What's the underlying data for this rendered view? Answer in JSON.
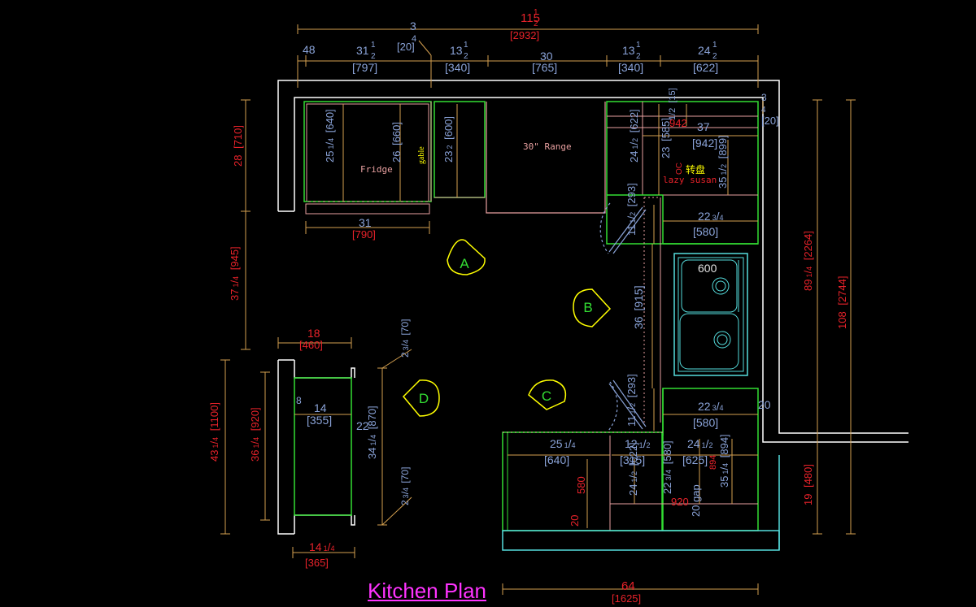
{
  "title": "Kitchen Plan",
  "colors": {
    "red": "#e8222a",
    "blue": "#8aa3d8",
    "wall": "#ffffff",
    "green": "#33dd33",
    "pink": "#e8a0a0",
    "orange": "#d4a050",
    "cyan": "#55dddd",
    "yellow": "#ffff00",
    "magenta": "#ff33ff"
  },
  "top_dims": {
    "overall_in": "115",
    "overall_frac": [
      "1",
      "2"
    ],
    "overall_mm": "[2932]",
    "gap_in": "3",
    "gap_frac_den": "4",
    "gap_mm": "[20]",
    "seg1": "48",
    "seg2_in": "31",
    "seg2_frac": [
      "1",
      "2"
    ],
    "seg2_mm": "[797]",
    "seg3_in": "13",
    "seg3_frac": [
      "1",
      "2"
    ],
    "seg3_mm": "[340]",
    "seg4_in": "30",
    "seg4_mm": "[765]",
    "seg5_in": "13",
    "seg5_frac": [
      "1",
      "2"
    ],
    "seg5_mm": "[340]",
    "seg6_in": "24",
    "seg6_frac": [
      "1",
      "2"
    ],
    "seg6_mm": "[622]"
  },
  "left_dims": {
    "d1_in": "28",
    "d1_mm": "[710]",
    "d2_in": "37",
    "d2_frac": [
      "1",
      "4"
    ],
    "d2_mm": "[945]",
    "d3_in": "43",
    "d3_frac": [
      "1",
      "4"
    ],
    "d3_mm": "[1100]",
    "d4_in": "36",
    "d4_frac": [
      "1",
      "4"
    ],
    "d4_mm": "[920]"
  },
  "right_dims": {
    "r1_in": "89",
    "r1_frac": [
      "1",
      "4"
    ],
    "r1_mm": "[2264]",
    "r2_in": "108",
    "r2_mm": "[2744]",
    "r3_in": "19",
    "r3_mm": "[480]",
    "r4": "3",
    "r4_den": "4",
    "r4_mm": "[20]"
  },
  "fridge": {
    "label": "Fridge",
    "gable": "gable",
    "depth_in": "25",
    "depth_frac": [
      "1",
      "4"
    ],
    "depth_mm": "[640]",
    "inner_in": "26",
    "inner_mm": "[660]",
    "width_in": "31",
    "width_mm": "[790]"
  },
  "cab23": {
    "in": "23",
    "frac_den": "2",
    "mm": "[600]"
  },
  "range": {
    "label": "30\" Range"
  },
  "corner": {
    "a_in": "24",
    "a_frac": [
      "1",
      "2"
    ],
    "a_mm": "[622]",
    "b_in": "23",
    "b_mm": "[585]",
    "c_in": "1",
    "c_frac_den": "2",
    "c_mm": "[15]",
    "red942": "942",
    "w_in": "37",
    "w_mm": "[942]",
    "lazy_cn": "转盘",
    "lazy_en": "lazy susan",
    "red_oc": "OC",
    "d_in": "35",
    "d_frac": [
      "1",
      "2"
    ],
    "d_mm": "[899]",
    "e_in": "22",
    "e_frac": [
      "3",
      "4"
    ],
    "e_mm": "[580]"
  },
  "door1": {
    "in": "11",
    "frac": [
      "1",
      "2"
    ],
    "mm": "[293]"
  },
  "sink": {
    "label": "600",
    "run_in": "36",
    "run_mm": "[915]"
  },
  "door2": {
    "in": "11",
    "frac": [
      "1",
      "2"
    ],
    "mm": "[293]"
  },
  "lower_right": {
    "a_in": "22",
    "a_frac": [
      "3",
      "4"
    ],
    "a_mm": "[580]",
    "gap20": "20"
  },
  "bottom_run": {
    "a_in": "25",
    "a_frac": [
      "1",
      "4"
    ],
    "a_mm": "[640]",
    "b_in": "12",
    "b_frac": [
      "1",
      "2"
    ],
    "b_mm": "[315]",
    "c_in": "24",
    "c_frac": [
      "1",
      "2"
    ],
    "c_mm": "[625]",
    "red580": "580",
    "red20": "20",
    "red920": "920",
    "d_in": "24",
    "d_frac": [
      "1",
      "2"
    ],
    "d_mm": "[622]",
    "e_in": "22",
    "e_frac": [
      "3",
      "4"
    ],
    "e_mm": "[580]",
    "gap_text": "20 gap",
    "f_in": "35",
    "f_frac": [
      "1",
      "4"
    ],
    "f_mm": "[894]",
    "red894": "894",
    "total_in": "64",
    "total_mm": "[1625]"
  },
  "island": {
    "top_in": "18",
    "top_mm": "[460]",
    "inner_a": "8",
    "inner_b_in": "14",
    "inner_b_mm": "[355]",
    "right22": "22",
    "h_in": "34",
    "h_frac": [
      "1",
      "4"
    ],
    "h_mm": "[870]",
    "top_o_in": "2",
    "top_o_frac": [
      "3",
      "4"
    ],
    "top_o_mm": "[70]",
    "bot_o_in": "2",
    "bot_o_frac": [
      "3",
      "4"
    ],
    "bot_o_mm": "[70]",
    "bottom_in": "14",
    "bottom_frac": [
      "1",
      "4"
    ],
    "bottom_mm": "[365]"
  },
  "markers": [
    "A",
    "B",
    "C",
    "D"
  ]
}
